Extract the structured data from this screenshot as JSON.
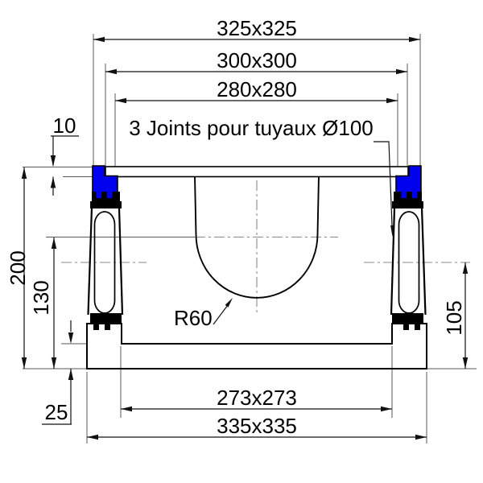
{
  "drawing": {
    "note": "3 Joints pour tuyaux Ø100",
    "dims": {
      "overall_top": "325x325",
      "frame_outer": "300x300",
      "clear_opening": "280x280",
      "grate_thickness": "10",
      "total_height": "200",
      "outlet_axis_height": "130",
      "base_thickness": "25",
      "side_pipe_axis_height": "105",
      "inner_bottom": "273x273",
      "overall_bottom": "335x335",
      "outlet_radius": "R60"
    },
    "colors": {
      "body": "#0000EE",
      "outline": "#000000",
      "thin_line": "#5a5a5a",
      "centerline": "#8a8a8a",
      "background": "#ffffff"
    }
  }
}
